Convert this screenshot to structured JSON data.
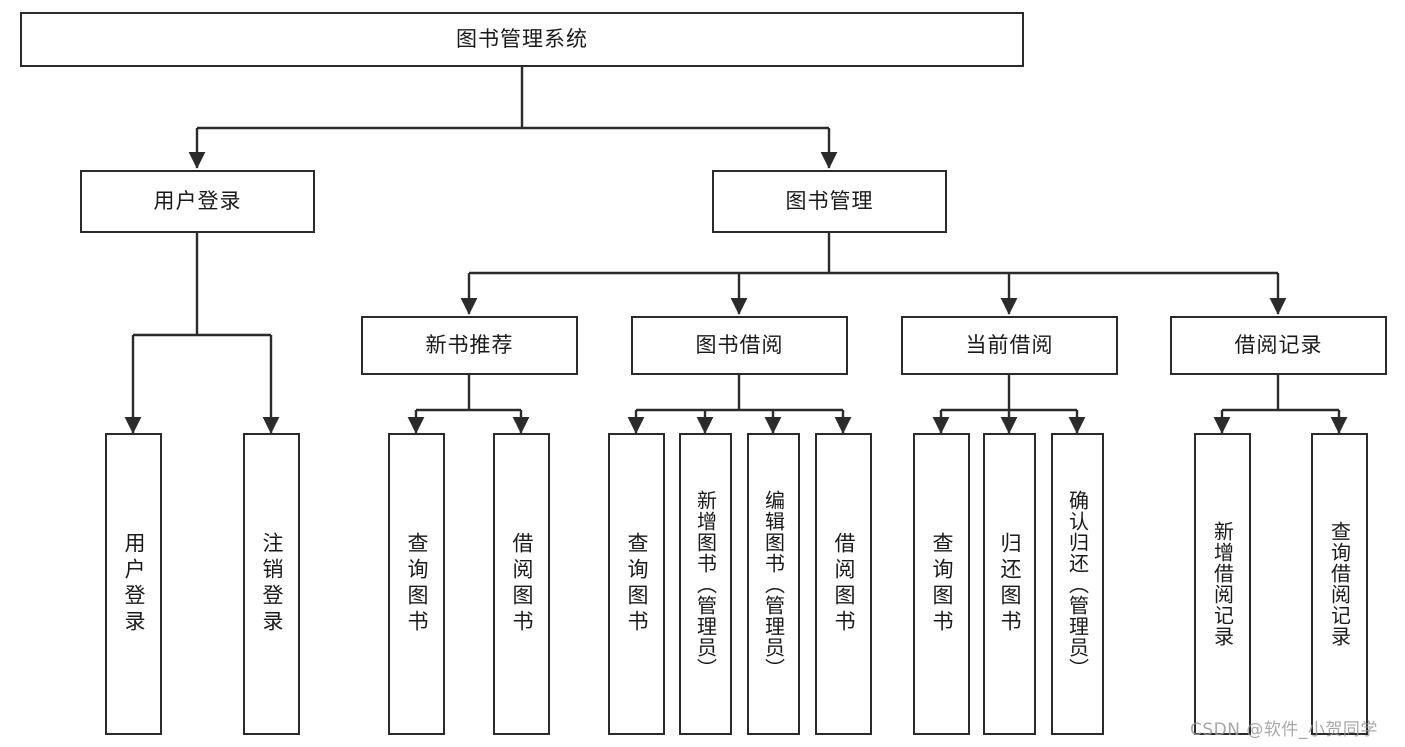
{
  "diagram": {
    "title": "图书管理系统",
    "type": "hierarchy-tree",
    "style": {
      "box_border_color": "#2b2b2b",
      "box_fill_color": "#ffffff",
      "line_color": "#2b2b2b",
      "text_color": "#1a1a1a",
      "background_color": "#ffffff",
      "watermark_color": "#9a9a9a"
    }
  },
  "root": {
    "label": "图书管理系统"
  },
  "level2": [
    {
      "label": "用户登录"
    },
    {
      "label": "图书管理"
    }
  ],
  "level3": [
    {
      "label": "新书推荐"
    },
    {
      "label": "图书借阅"
    },
    {
      "label": "当前借阅"
    },
    {
      "label": "借阅记录"
    }
  ],
  "leaves": {
    "user_login": [
      {
        "label": "用户登录"
      },
      {
        "label": "注销登录"
      }
    ],
    "new_book_recommend": [
      {
        "label": "查询图书"
      },
      {
        "label": "借阅图书"
      }
    ],
    "book_borrow": [
      {
        "label": "查询图书"
      },
      {
        "label": "新增图书（管理员）"
      },
      {
        "label": "编辑图书（管理员）"
      },
      {
        "label": "借阅图书"
      }
    ],
    "current_borrow": [
      {
        "label": "查询图书"
      },
      {
        "label": "归还图书"
      },
      {
        "label": "确认归还（管理员）"
      }
    ],
    "borrow_record": [
      {
        "label": "新增借阅记录"
      },
      {
        "label": "查询借阅记录"
      }
    ]
  },
  "watermark": {
    "text": "CSDN @软件_小贺同学"
  }
}
